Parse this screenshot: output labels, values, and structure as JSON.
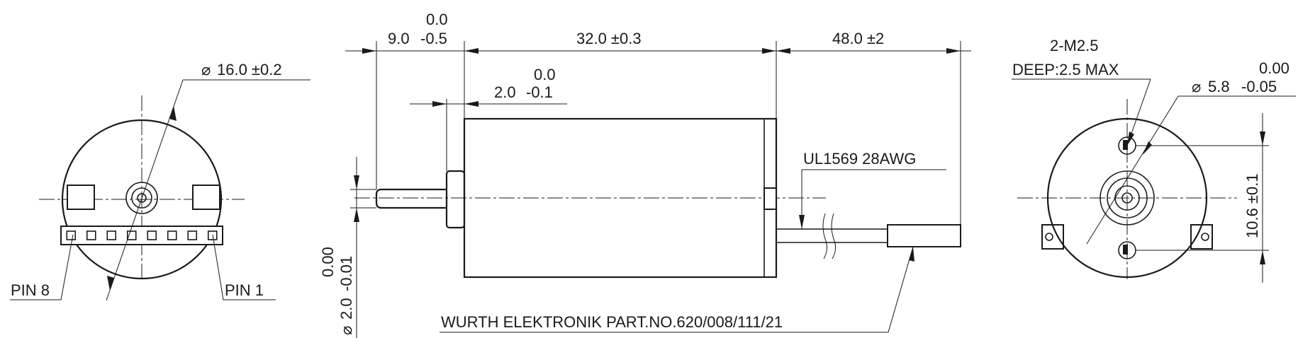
{
  "front_view": {
    "diameter_label": "16.0 ±0.2",
    "pin_left_label": "PIN 8",
    "pin_right_label": "PIN 1",
    "connector_pin_count": 8
  },
  "side_view": {
    "shaft_length_nominal": "9.0",
    "shaft_length_tol_upper": "0.0",
    "shaft_length_tol_lower": "-0.5",
    "body_length_label": "32.0 ±0.3",
    "lead_length_label": "48.0 ±2",
    "boss_length_nominal": "2.0",
    "boss_length_tol_upper": "0.0",
    "boss_length_tol_lower": "-0.1",
    "shaft_diameter_nominal": "2.0",
    "shaft_diameter_tol_upper": "0.00",
    "shaft_diameter_tol_lower": "-0.01",
    "wire_label": "UL1569 28AWG",
    "part_number_label": "WURTH ELEKTRONIK PART.NO.620/008/111/21"
  },
  "rear_view": {
    "thread_label": "2-M2.5",
    "thread_depth_label": "DEEP:2.5 MAX",
    "boss_diameter_nominal": "5.8",
    "boss_diameter_tol_upper": "0.00",
    "boss_diameter_tol_lower": "-0.05",
    "hole_spacing_label": "10.6 ±0.1"
  },
  "symbols": {
    "diameter_symbol": "⌀"
  }
}
